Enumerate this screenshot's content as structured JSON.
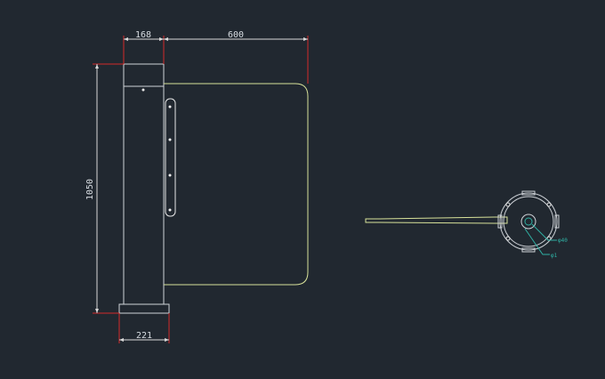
{
  "colors": {
    "background": "#212830",
    "geometry": "#cfd3d8",
    "gate_panel": "#d8e29a",
    "dimension_text": "#d8dde2",
    "dimension_line": "#d9d9d9",
    "extension_line": "#d22a2a",
    "leader": "#2fb0a3"
  },
  "dimensions": {
    "post_width": "168",
    "gate_length": "600",
    "height": "1050",
    "base_width": "221"
  },
  "plan_view": {
    "label_a": "φ40",
    "label_b": "φ1"
  }
}
